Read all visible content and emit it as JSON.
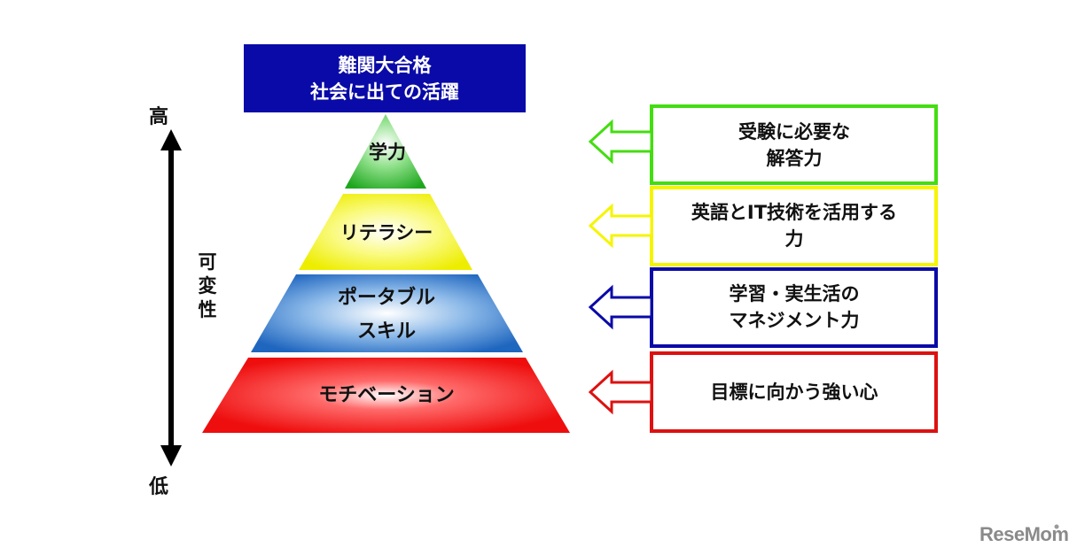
{
  "goal": {
    "line1": "難関大合格",
    "line2": "社会に出ての活躍"
  },
  "axis": {
    "high": "高",
    "low": "低",
    "mid_chars": [
      "可",
      "変",
      "性"
    ]
  },
  "pyramid": {
    "tier1": "学力",
    "tier2": "リテラシー",
    "tier3_line1": "ポータブル",
    "tier3_line2": "スキル",
    "tier4": "モチベーション"
  },
  "boxes": {
    "b1_line1": "受験に必要な",
    "b1_line2": "解答力",
    "b2_line1": "英語とIT技術を活用する",
    "b2_line2": "力",
    "b3_line1": "学習・実生活の",
    "b3_line2": "マネジメント力",
    "b4_line1": "目標に向かう強い心"
  },
  "colors": {
    "goal_bg": "#0a0aa8",
    "tier1": "#22b022",
    "tier2": "#f0f000",
    "tier3": "#2e78c8",
    "tier4": "#ee1111",
    "box1": "#44dd11",
    "box2": "#f5f500",
    "box3": "#0a0aa8",
    "box4": "#dd1111"
  },
  "watermark": "ReseMom"
}
